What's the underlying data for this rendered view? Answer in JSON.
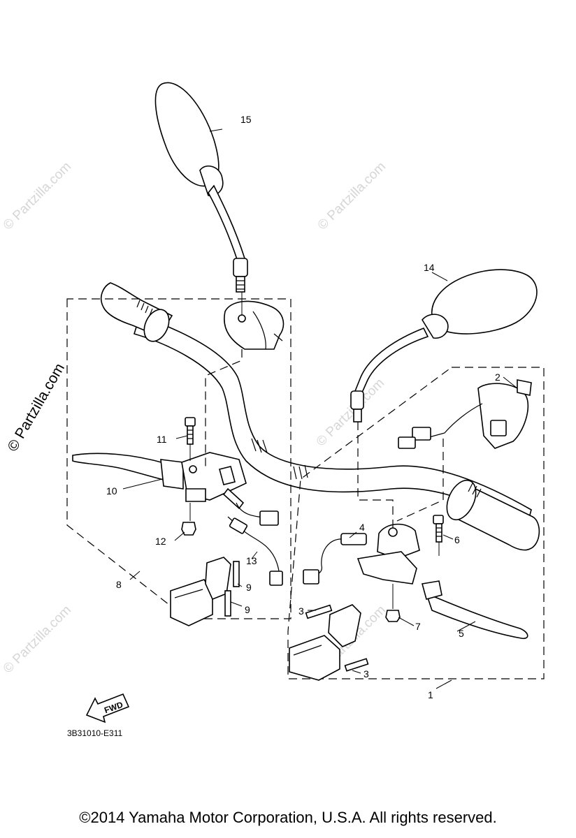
{
  "callouts": {
    "c1": "1",
    "c2": "2",
    "c3a": "3",
    "c3b": "3",
    "c4": "4",
    "c5": "5",
    "c6": "6",
    "c7": "7",
    "c8": "8",
    "c9a": "9",
    "c9b": "9",
    "c10": "10",
    "c11": "11",
    "c12": "12",
    "c13": "13",
    "c14": "14",
    "c15": "15"
  },
  "fwd_label": "FWD",
  "diagram_code": "3B31010-E311",
  "watermark": "© Partzilla.com",
  "copyright": "©2014  Yamaha Motor Corporation, U.S.A. All rights reserved."
}
